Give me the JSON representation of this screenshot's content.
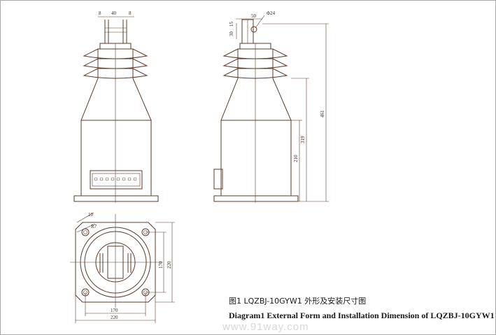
{
  "front_view": {
    "dims": {
      "terminal_left": "8",
      "terminal_spacing": "40",
      "terminal_right": "8"
    }
  },
  "side_view": {
    "dims": {
      "top_width": "50",
      "hole": "Φ24",
      "h30": "30",
      "h15": "15",
      "total_height": "461",
      "body_height": "319",
      "box_height": "210"
    }
  },
  "base_view": {
    "dims": {
      "corner": "10",
      "radius": "R7",
      "inner_vertical": "170",
      "outer_vertical": "220",
      "inner_horizontal": "170",
      "outer_horizontal": "220"
    }
  },
  "caption": {
    "chinese": "图1 LQZBJ-10GYW1 外形及安装尺寸图",
    "english": "Diagram1  External Form and Installation Dimension of LQZBJ-10GYW1"
  },
  "watermark": "www.91way.com",
  "colors": {
    "line": "#5a3b2b",
    "frame": "#a8a8a8"
  }
}
